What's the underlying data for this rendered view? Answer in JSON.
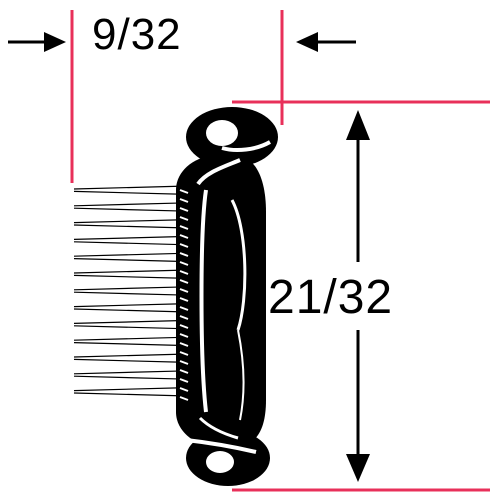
{
  "dimensions": {
    "width": {
      "label": "9/32"
    },
    "height": {
      "label": "21/32"
    }
  },
  "colors": {
    "dimension_line": "#e8305a",
    "ink": "#000000",
    "background": "#ffffff"
  },
  "part": {
    "kind": "weatherstrip profile with bristle pile"
  }
}
